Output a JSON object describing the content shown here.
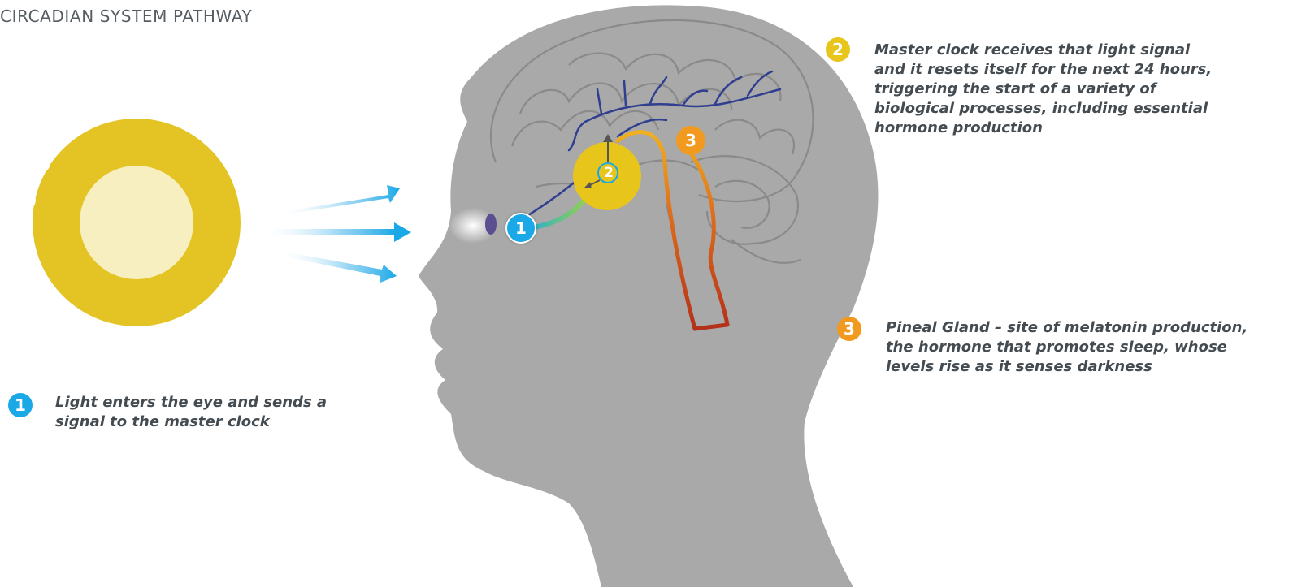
{
  "title": "CIRCADIAN SYSTEM PATHWAY",
  "colors": {
    "step1": "#1aa9e6",
    "step2": "#e8c51b",
    "step3": "#f29a1f",
    "head": "#a9a9a9",
    "brain_lines": "#8a8a8a",
    "sun_rays": "#e3c424",
    "sun_core": "#f7efc0",
    "nerves": "#2f3e8f",
    "pineal_tract": "#c9421b"
  },
  "steps": [
    {
      "number": "1",
      "lines": [
        "Light enters the eye and sends a",
        "signal to the master clock"
      ]
    },
    {
      "number": "2",
      "lines": [
        "Master clock receives that light signal",
        "and it resets itself for the next 24 hours,",
        "triggering the start of a variety of",
        "biological processes, including essential",
        "hormone production"
      ]
    },
    {
      "number": "3",
      "lines": [
        "Pineal Gland – site of melatonin production,",
        "the hormone that promotes sleep, whose",
        "levels rise as it senses darkness"
      ]
    }
  ],
  "diagram_labels": {
    "eye_marker": "1",
    "clock_marker": "2",
    "pineal_marker": "3"
  }
}
